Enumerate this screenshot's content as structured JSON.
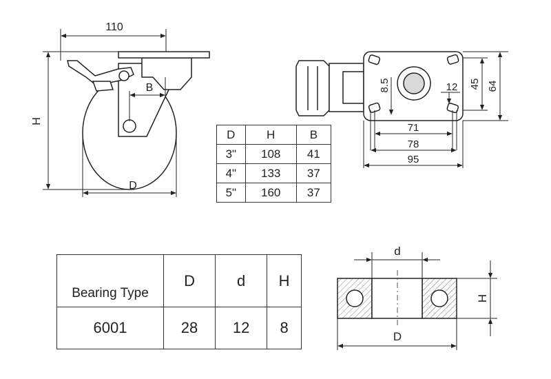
{
  "views": {
    "side": {
      "width_dim": "110",
      "height_dim": "H",
      "b_dim": "B",
      "diameter_dim": "D"
    },
    "top": {
      "d1": "8.5",
      "d2": "12",
      "d3": "45",
      "d4": "64",
      "d5": "71",
      "d6": "78",
      "d7": "95"
    },
    "bearing": {
      "inner_dim": "d",
      "height_dim": "H",
      "outer_dim": "D"
    }
  },
  "size_table": {
    "headers": [
      "D",
      "H",
      "B"
    ],
    "rows": [
      [
        "3\"",
        "108",
        "41"
      ],
      [
        "4\"",
        "133",
        "37"
      ],
      [
        "5\"",
        "160",
        "37"
      ]
    ]
  },
  "bearing_table": {
    "headers": [
      "Bearing Type",
      "D",
      "d",
      "H"
    ],
    "row": [
      "6001",
      "28",
      "12",
      "8"
    ]
  }
}
